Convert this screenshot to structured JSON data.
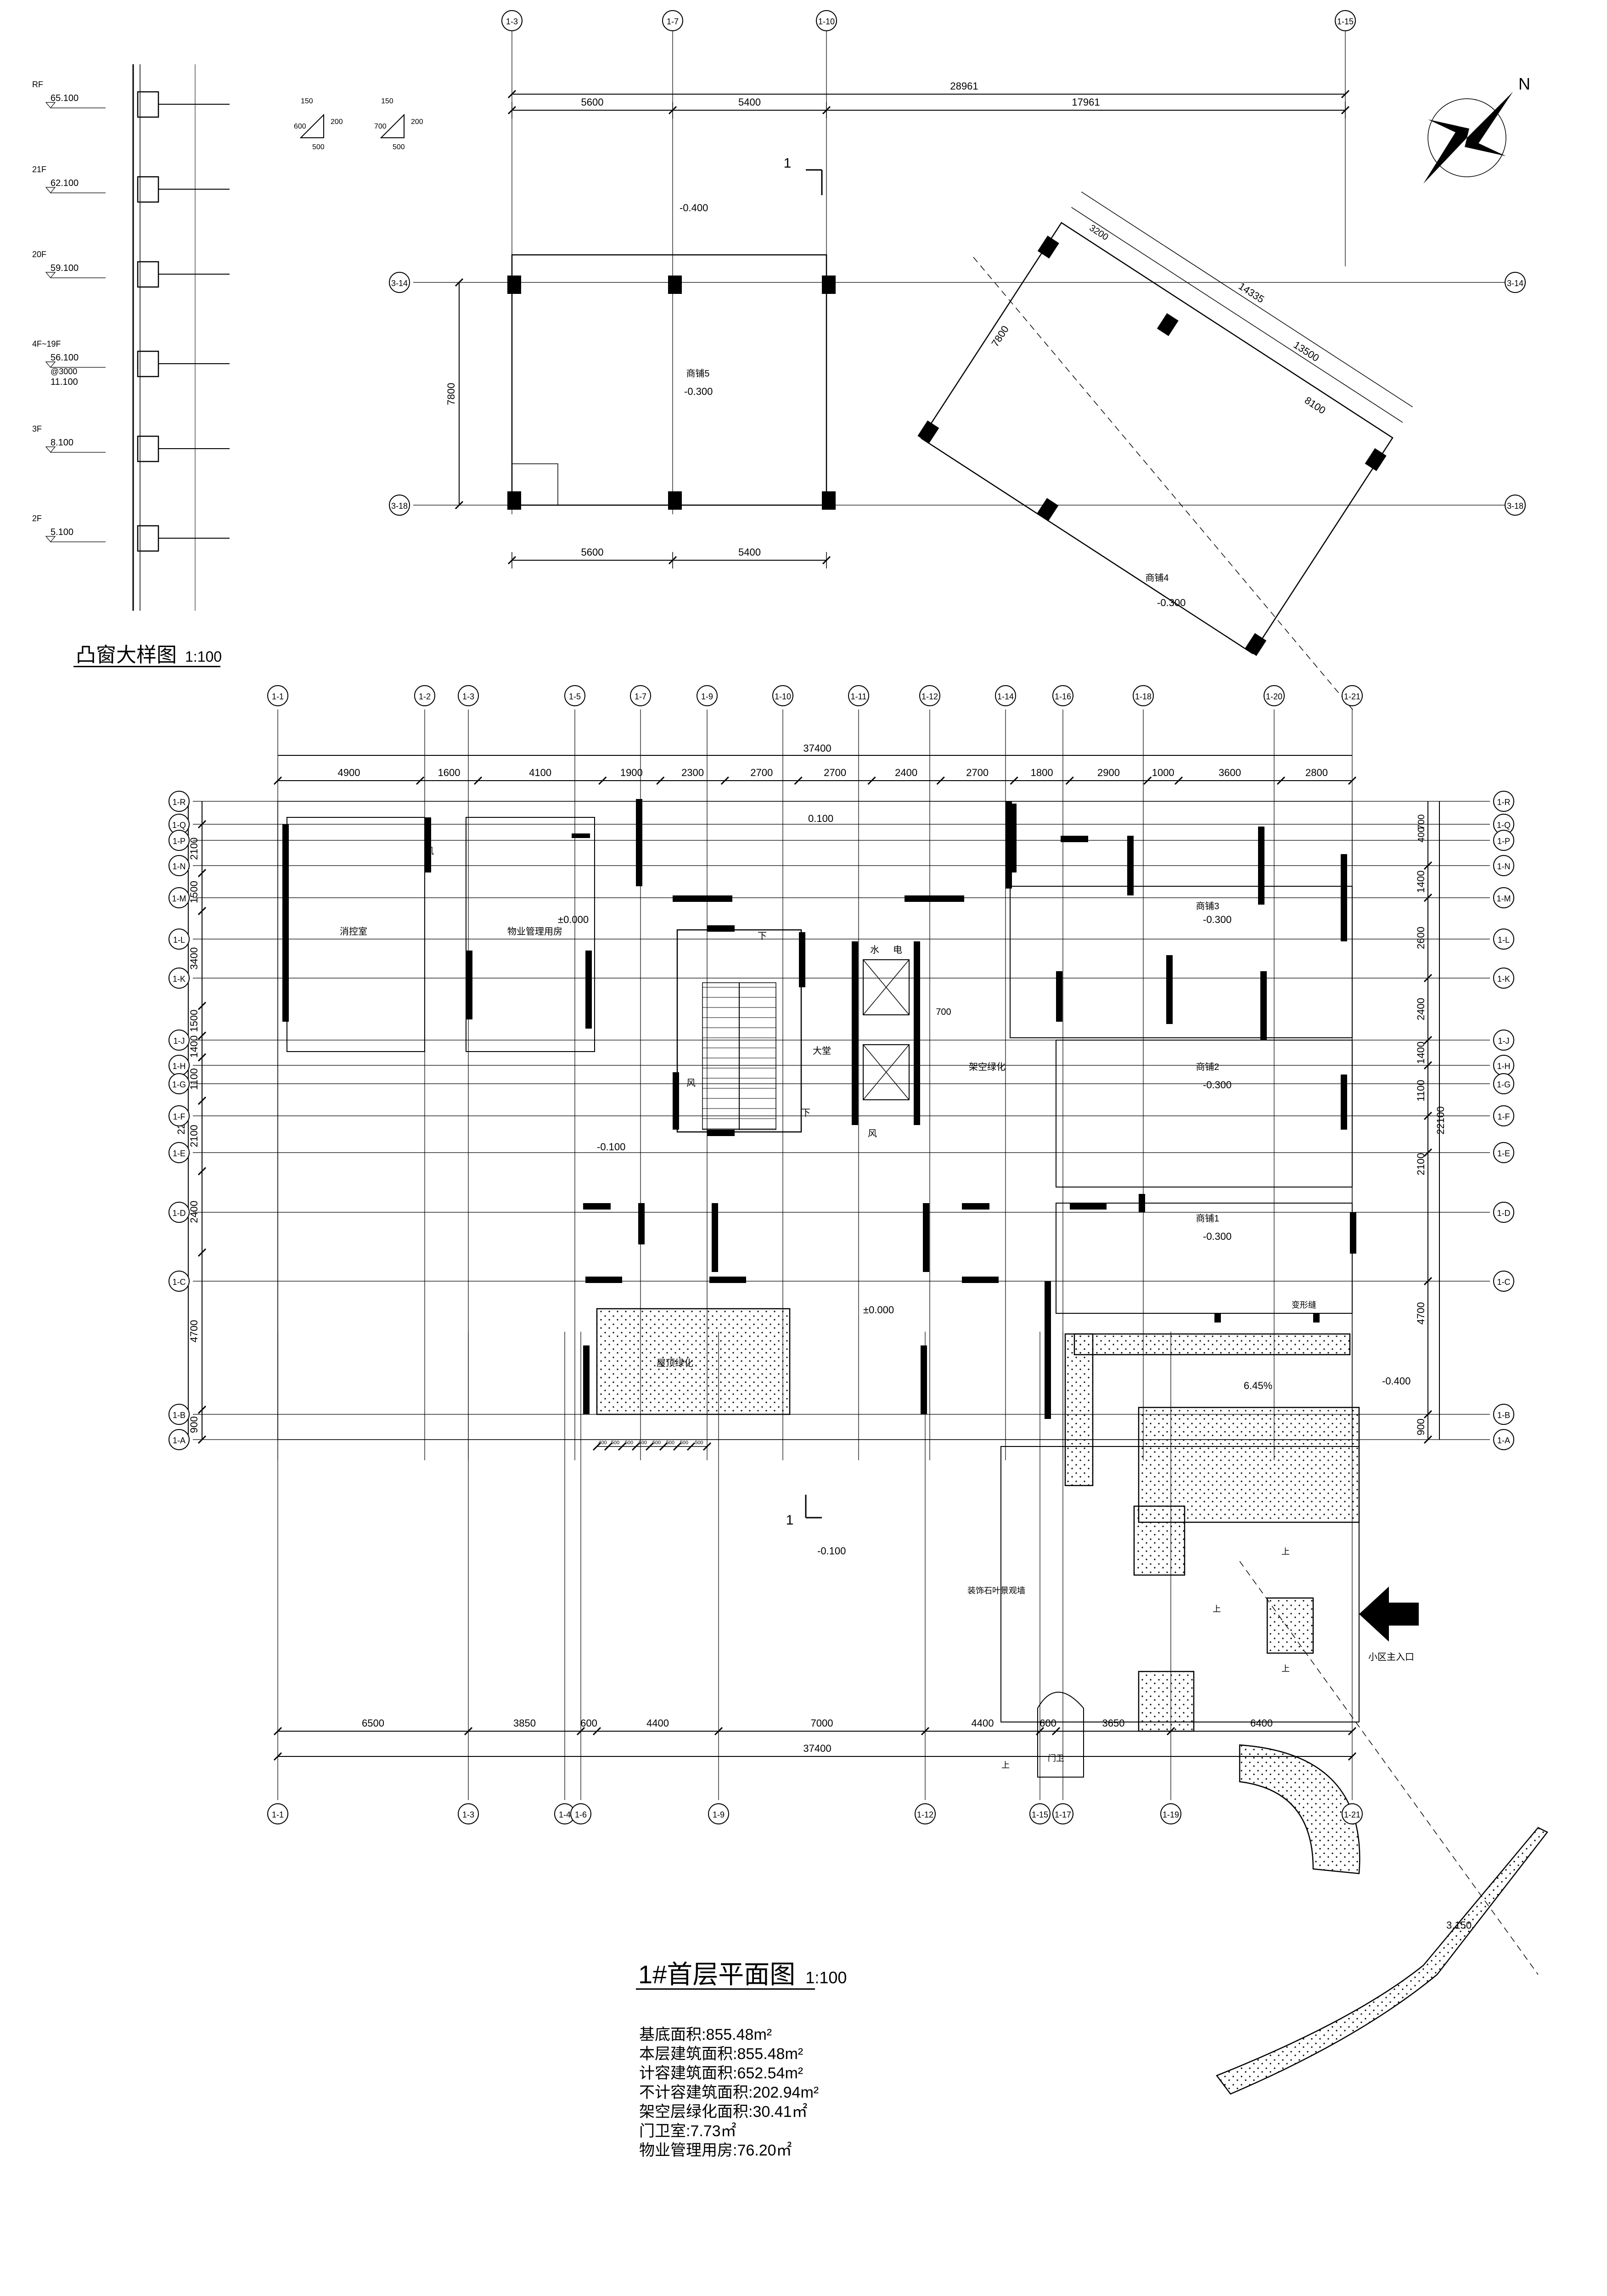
{
  "sheet": {
    "main_title": "1#首层平面图",
    "main_scale": "1:100",
    "detail_title": "凸窗大样图",
    "detail_scale": "1:100"
  },
  "stats": [
    "基底面积:855.48m²",
    "本层建筑面积:855.48m²",
    "计容建筑面积:652.54m²",
    "不计容建筑面积:202.94m²",
    "架空层绿化面积:30.41㎡",
    "门卫室:7.73㎡",
    "物业管理用房:76.20㎡"
  ],
  "detail": {
    "floors": [
      {
        "floor": "RF",
        "elev": "65.100"
      },
      {
        "floor": "21F",
        "elev": "62.100"
      },
      {
        "floor": "20F",
        "elev": "59.100"
      },
      {
        "floor": "4F~19F",
        "elev": "56.100",
        "sub1": "@3000",
        "sub2": "11.100"
      },
      {
        "floor": "3F",
        "elev": "8.100"
      },
      {
        "floor": "2F",
        "elev": "5.100"
      }
    ],
    "section_dims": [
      "150",
      "600",
      "200",
      "500",
      "150",
      "700",
      "200",
      "500"
    ]
  },
  "north": "N",
  "grids": {
    "bottom_x": [
      "1-1",
      "1-3",
      "1-4",
      "1-6",
      "1-9",
      "1-12",
      "1-15",
      "1-17",
      "1-19",
      "1-21"
    ],
    "top_x": [
      "1-1",
      "1-2",
      "1-3",
      "1-5",
      "1-7",
      "1-9",
      "1-10",
      "1-11",
      "1-12",
      "1-14",
      "1-16",
      "1-18",
      "1-20",
      "1-21"
    ],
    "rows": [
      "1-R",
      "1-Q",
      "1-P",
      "1-N",
      "1-M",
      "1-L",
      "1-K",
      "1-J",
      "1-H",
      "1-G",
      "1-F",
      "1-E",
      "1-D",
      "1-C",
      "1-B",
      "1-A"
    ],
    "upper_x": [
      "1-3",
      "1-7",
      "1-10",
      "1-15"
    ],
    "upper_y": [
      "3-14",
      "3-18"
    ]
  },
  "dims": {
    "upper_total": "28961",
    "upper_segments": [
      "5600",
      "5400",
      "17961"
    ],
    "upper_bottom": [
      "5600",
      "5400"
    ],
    "upper_left": "7800",
    "diag": [
      "14335",
      "13500",
      "8100",
      "7800",
      "3200"
    ],
    "mid_total": "37400",
    "mid_segments": [
      "4900",
      "1600",
      "4100",
      "1900",
      "2300",
      "2700",
      "2700",
      "2400",
      "2700",
      "1800",
      "2900",
      "1000",
      "3600",
      "2800"
    ],
    "left_segments": [
      "2100",
      "1500",
      "3400",
      "1500",
      "1400",
      "1100",
      "2100",
      "2400",
      "4700",
      "900"
    ],
    "left_total": "22100",
    "right_segments": [
      "1400",
      "2600",
      "2400",
      "1400",
      "1100",
      "2100",
      "4700",
      "900"
    ],
    "right_top": "400",
    "right_top2": "700",
    "right_total": "22100",
    "bottom_segments": [
      "6500",
      "3850",
      "600",
      "4400",
      "7000",
      "4400",
      "600",
      "3650",
      "6400"
    ],
    "bottom_total": "37400",
    "planter_cells": [
      "400",
      "500",
      "500",
      "500",
      "500",
      "500",
      "500",
      "500"
    ]
  },
  "rooms": {
    "shop5": "商铺5",
    "shop4": "商铺4",
    "shop3": "商铺3",
    "shop2": "商铺2",
    "shop1": "商铺1",
    "guard": "消控室",
    "property": "物业管理用房",
    "hall": "大堂",
    "water": "水",
    "elec": "电",
    "wind": "风",
    "overhead": "架空绿化",
    "planter": "屋顶绿化",
    "transformer": "变形缝",
    "fence": "装饰石叶景观墙",
    "entrance": "小区主入口",
    "gate": "门卫",
    "up": "上",
    "down": "下",
    "elev_700": "700"
  },
  "levels": {
    "a": "-0.400",
    "b": "-0.300",
    "c": "±0.000",
    "d": "-0.100",
    "e": "0.100",
    "f": "-0.300",
    "g": "-0.400",
    "h": "3.150",
    "slope": "6.45%",
    "sec": "1"
  }
}
